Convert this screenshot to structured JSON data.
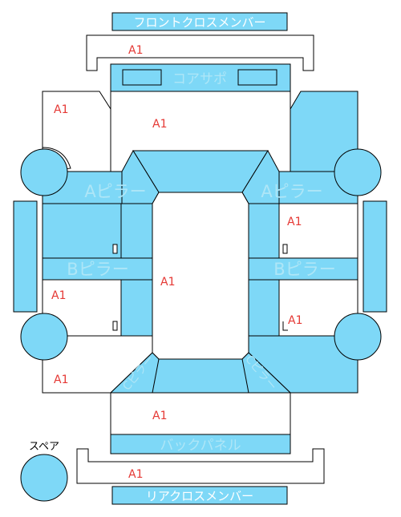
{
  "colors": {
    "part_fill": "#7ed8f7",
    "outline": "#000000",
    "damage_rank": "#e53935",
    "label_light": "#aee6f7",
    "label_white": "#ffffff"
  },
  "parts": {
    "front_cross_member": "フロントクロスメンバー",
    "core_support": "コアサポ",
    "a_pillar_left": "Aピラー",
    "a_pillar_right": "Aピラー",
    "b_pillar_left": "Bピラー",
    "b_pillar_right": "Bピラー",
    "c_pillar_left": "Cピラー",
    "c_pillar_right": "Cピラー",
    "back_panel": "バックパネル",
    "rear_cross_member": "リアクロスメンバー",
    "spare": "スペア"
  },
  "ranks": {
    "front_cross_member": "A1",
    "front_left": "A1",
    "hood_area": "A1",
    "right_front_door": "A1",
    "center_roof": "A1",
    "left_rear_door": "A1",
    "right_rear_door": "A1",
    "left_rear": "A1",
    "trunk_area": "A1",
    "rear_cross_member": "A1"
  }
}
